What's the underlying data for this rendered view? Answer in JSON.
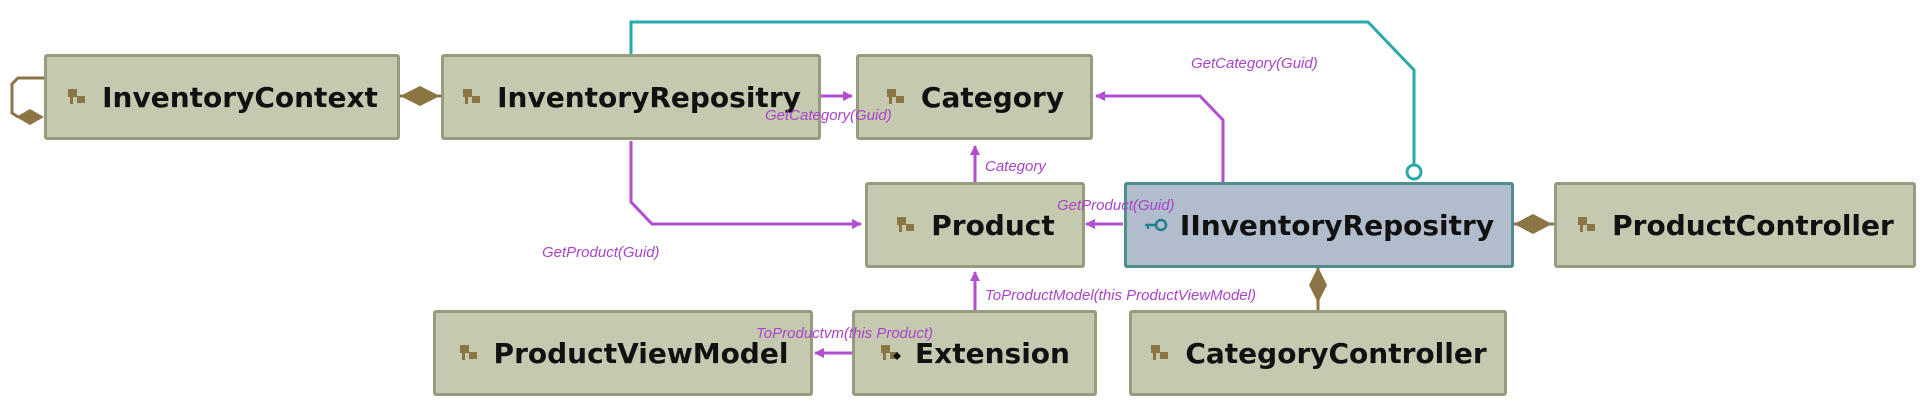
{
  "nodes": {
    "inventory_context": "InventoryContext",
    "inventory_repositry": "InventoryRepositry",
    "category": "Category",
    "product": "Product",
    "iinventory_repositry": "IInventoryRepositry",
    "product_controller": "ProductController",
    "product_view_model": "ProductViewModel",
    "extension": "Extension",
    "category_controller": "CategoryController"
  },
  "edge_labels": {
    "get_category_top": "GetCategory(Guid)",
    "get_category_repo": "GetCategory(Guid)",
    "category": "Category",
    "get_product_iface": "GetProduct(Guid)",
    "get_product_repo": "GetProduct(Guid)",
    "to_product_model": "ToProductModel(this ProductViewModel)",
    "to_product_vm": "ToProductvm(this Product)"
  },
  "colors": {
    "node_fill": "#c5c9b0",
    "interface_fill": "#b1bccd",
    "call_edge": "#b14fd0",
    "composition_edge": "#8b7544",
    "implements_edge": "#2aa9a9"
  },
  "icons": {
    "class": "class-icon",
    "interface": "interface-icon"
  }
}
